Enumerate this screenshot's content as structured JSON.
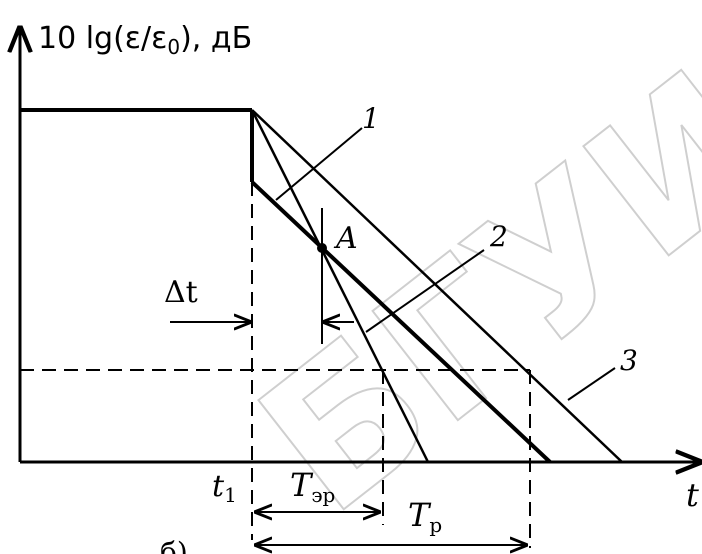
{
  "y_axis_label": "10 lg(ε/ε",
  "y_axis_label_sub": "0",
  "y_axis_label_tail": "), дБ",
  "x_axis_label": "t",
  "t1_label": "t",
  "t1_sub": "1",
  "delta_t_label": "Δt",
  "point_label": "A",
  "curve_labels": [
    "1",
    "2",
    "3"
  ],
  "ter_label": "T",
  "ter_sub": "эр",
  "tr_label": "T",
  "tr_sub": "р",
  "caption": "б)",
  "watermark": "БГУИР",
  "colors": {
    "line": "#000000",
    "watermark": "#cfcfcf"
  }
}
